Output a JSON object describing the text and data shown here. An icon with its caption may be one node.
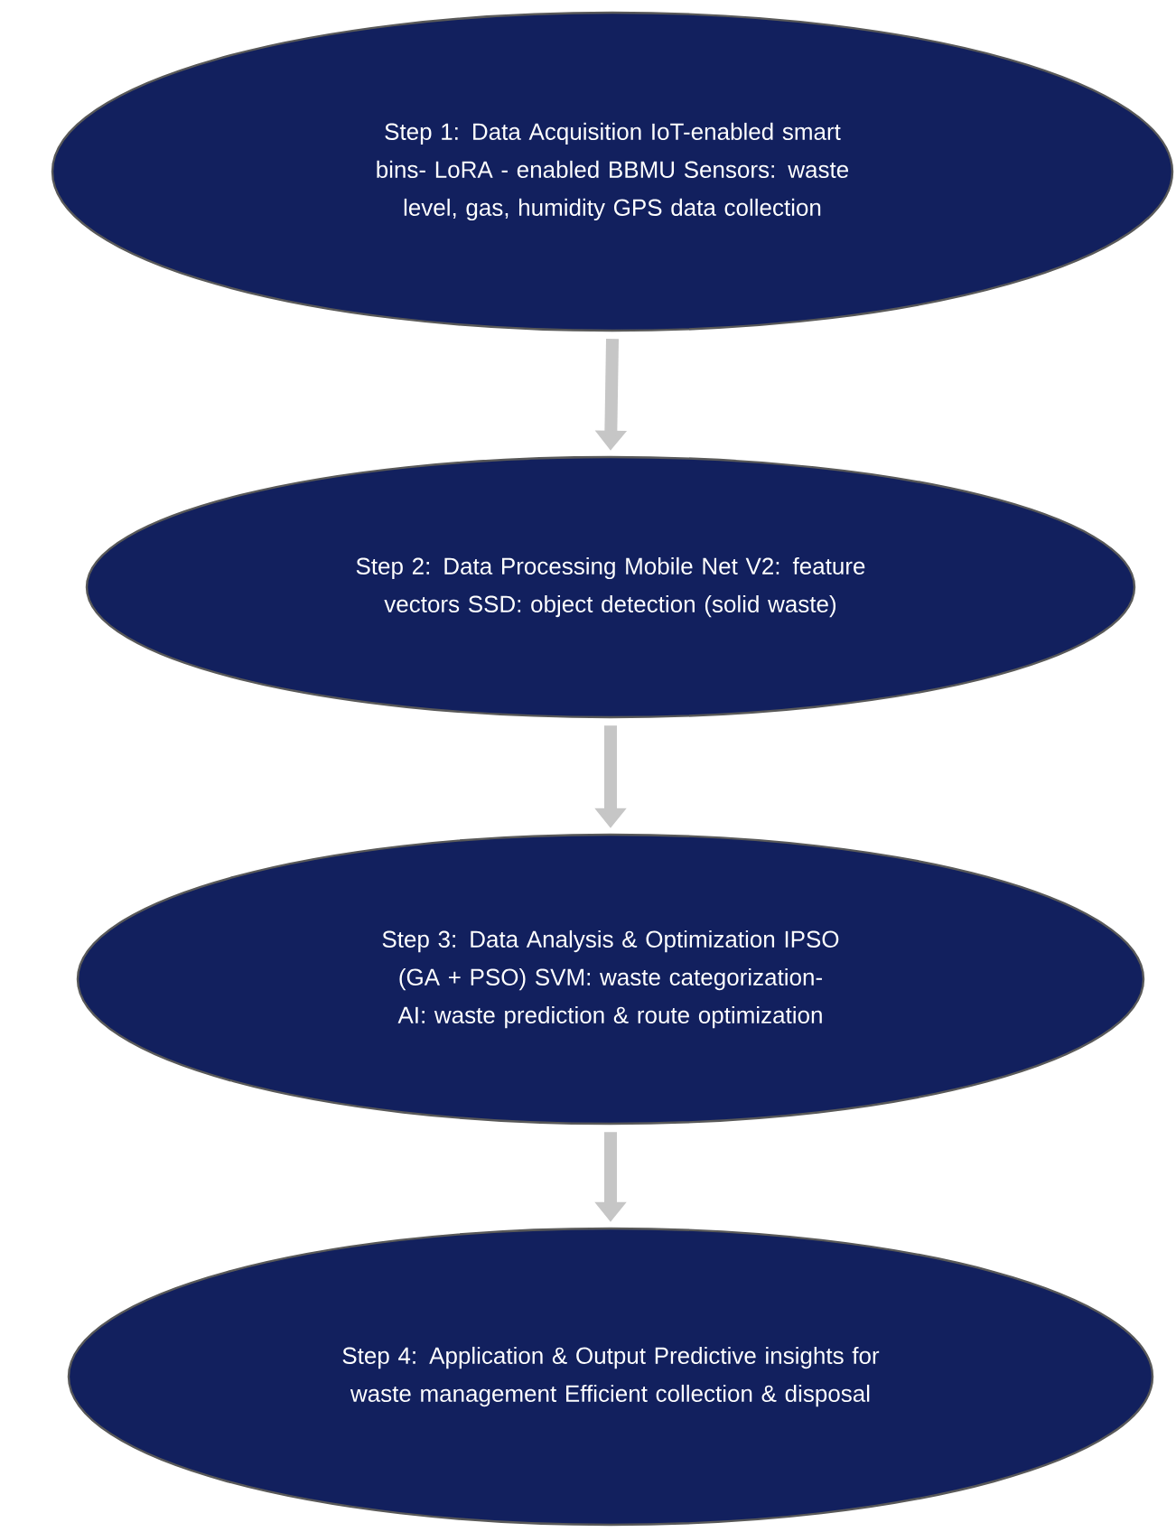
{
  "diagram": {
    "nodes": [
      {
        "text": [
          "Step 1: Data Acquisition IoT-enabled smart bins- LoRA - enabled BBMU Sensors: waste level, gas, humidity GPS data collection"
        ]
      },
      {
        "text": [
          "Step 2: Data Processing Mobile Net V2: feature vectors SSD: object detection (solid waste)"
        ]
      },
      {
        "text": [
          "Step 3: Data Analysis & Optimization IPSO (GA + PSO) SVM: waste categorization- AI: waste prediction & route optimization"
        ]
      },
      {
        "text": [
          "Step 4: Application & Output Predictive insights for waste management Efficient collection & disposal"
        ]
      }
    ],
    "edges": [
      {
        "from": 0,
        "to": 1,
        "arrow": "to"
      },
      {
        "from": 1,
        "to": 2,
        "arrow": "to"
      },
      {
        "from": 2,
        "to": 3,
        "arrow": "to"
      }
    ]
  }
}
